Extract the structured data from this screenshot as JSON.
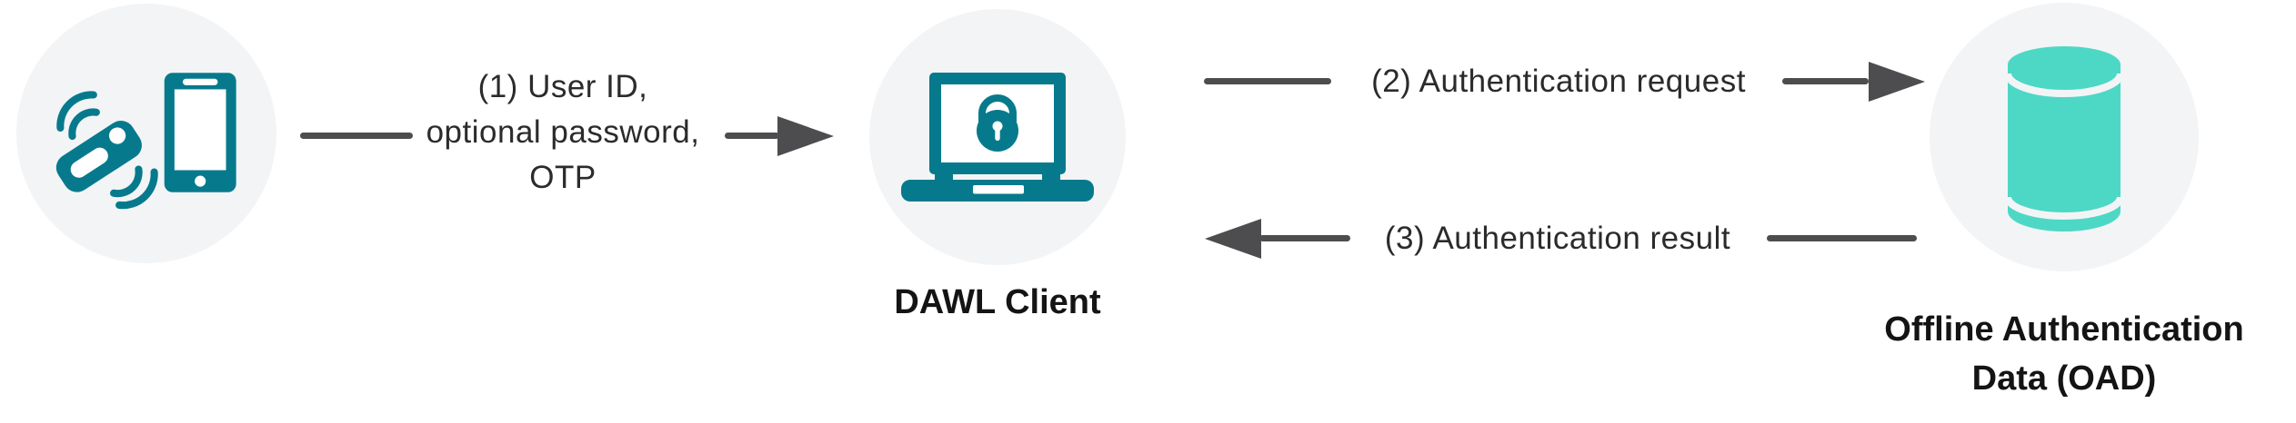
{
  "colors": {
    "teal": "#067A8C",
    "mint": "#4DD8C6",
    "arrow": "#4D4D4F",
    "node_bg": "#F3F4F6",
    "label": "#141414",
    "arrow_label": "#2B2B2B",
    "background": "#FFFFFF"
  },
  "diagram": {
    "nodes": [
      {
        "id": "authenticator-device",
        "icon": "security-token-phone-icon",
        "label": ""
      },
      {
        "id": "dawl-client",
        "icon": "laptop-lock-icon",
        "label": "DAWL Client"
      },
      {
        "id": "oad-database",
        "icon": "database-icon",
        "label": "Offline Authentication Data (OAD)"
      }
    ],
    "arrows": [
      {
        "id": "step-1",
        "direction": "right",
        "from": "authenticator-device",
        "to": "dawl-client",
        "lines": [
          "(1) User ID,",
          "optional password,",
          "OTP"
        ]
      },
      {
        "id": "step-2",
        "direction": "right",
        "from": "dawl-client",
        "to": "oad-database",
        "label": "(2) Authentication request"
      },
      {
        "id": "step-3",
        "direction": "left",
        "from": "oad-database",
        "to": "dawl-client",
        "label": "(3) Authentication result"
      }
    ]
  }
}
